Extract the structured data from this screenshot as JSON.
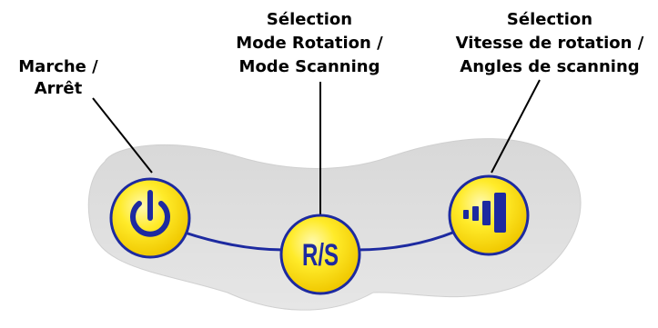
{
  "labels": {
    "power": [
      "Marche /",
      "Arrêt"
    ],
    "mode": [
      "Sélection",
      "Mode Rotation /",
      "Mode Scanning"
    ],
    "speed": [
      "Sélection",
      "Vitesse de rotation /",
      "Angles de scanning"
    ]
  },
  "buttons": {
    "mode_text": "R/S"
  },
  "colors": {
    "panel": "#e2e2e2",
    "button_yellow": "#ffe81a",
    "button_edge": "#1d2aa0",
    "icon_blue": "#1d2aa0"
  }
}
